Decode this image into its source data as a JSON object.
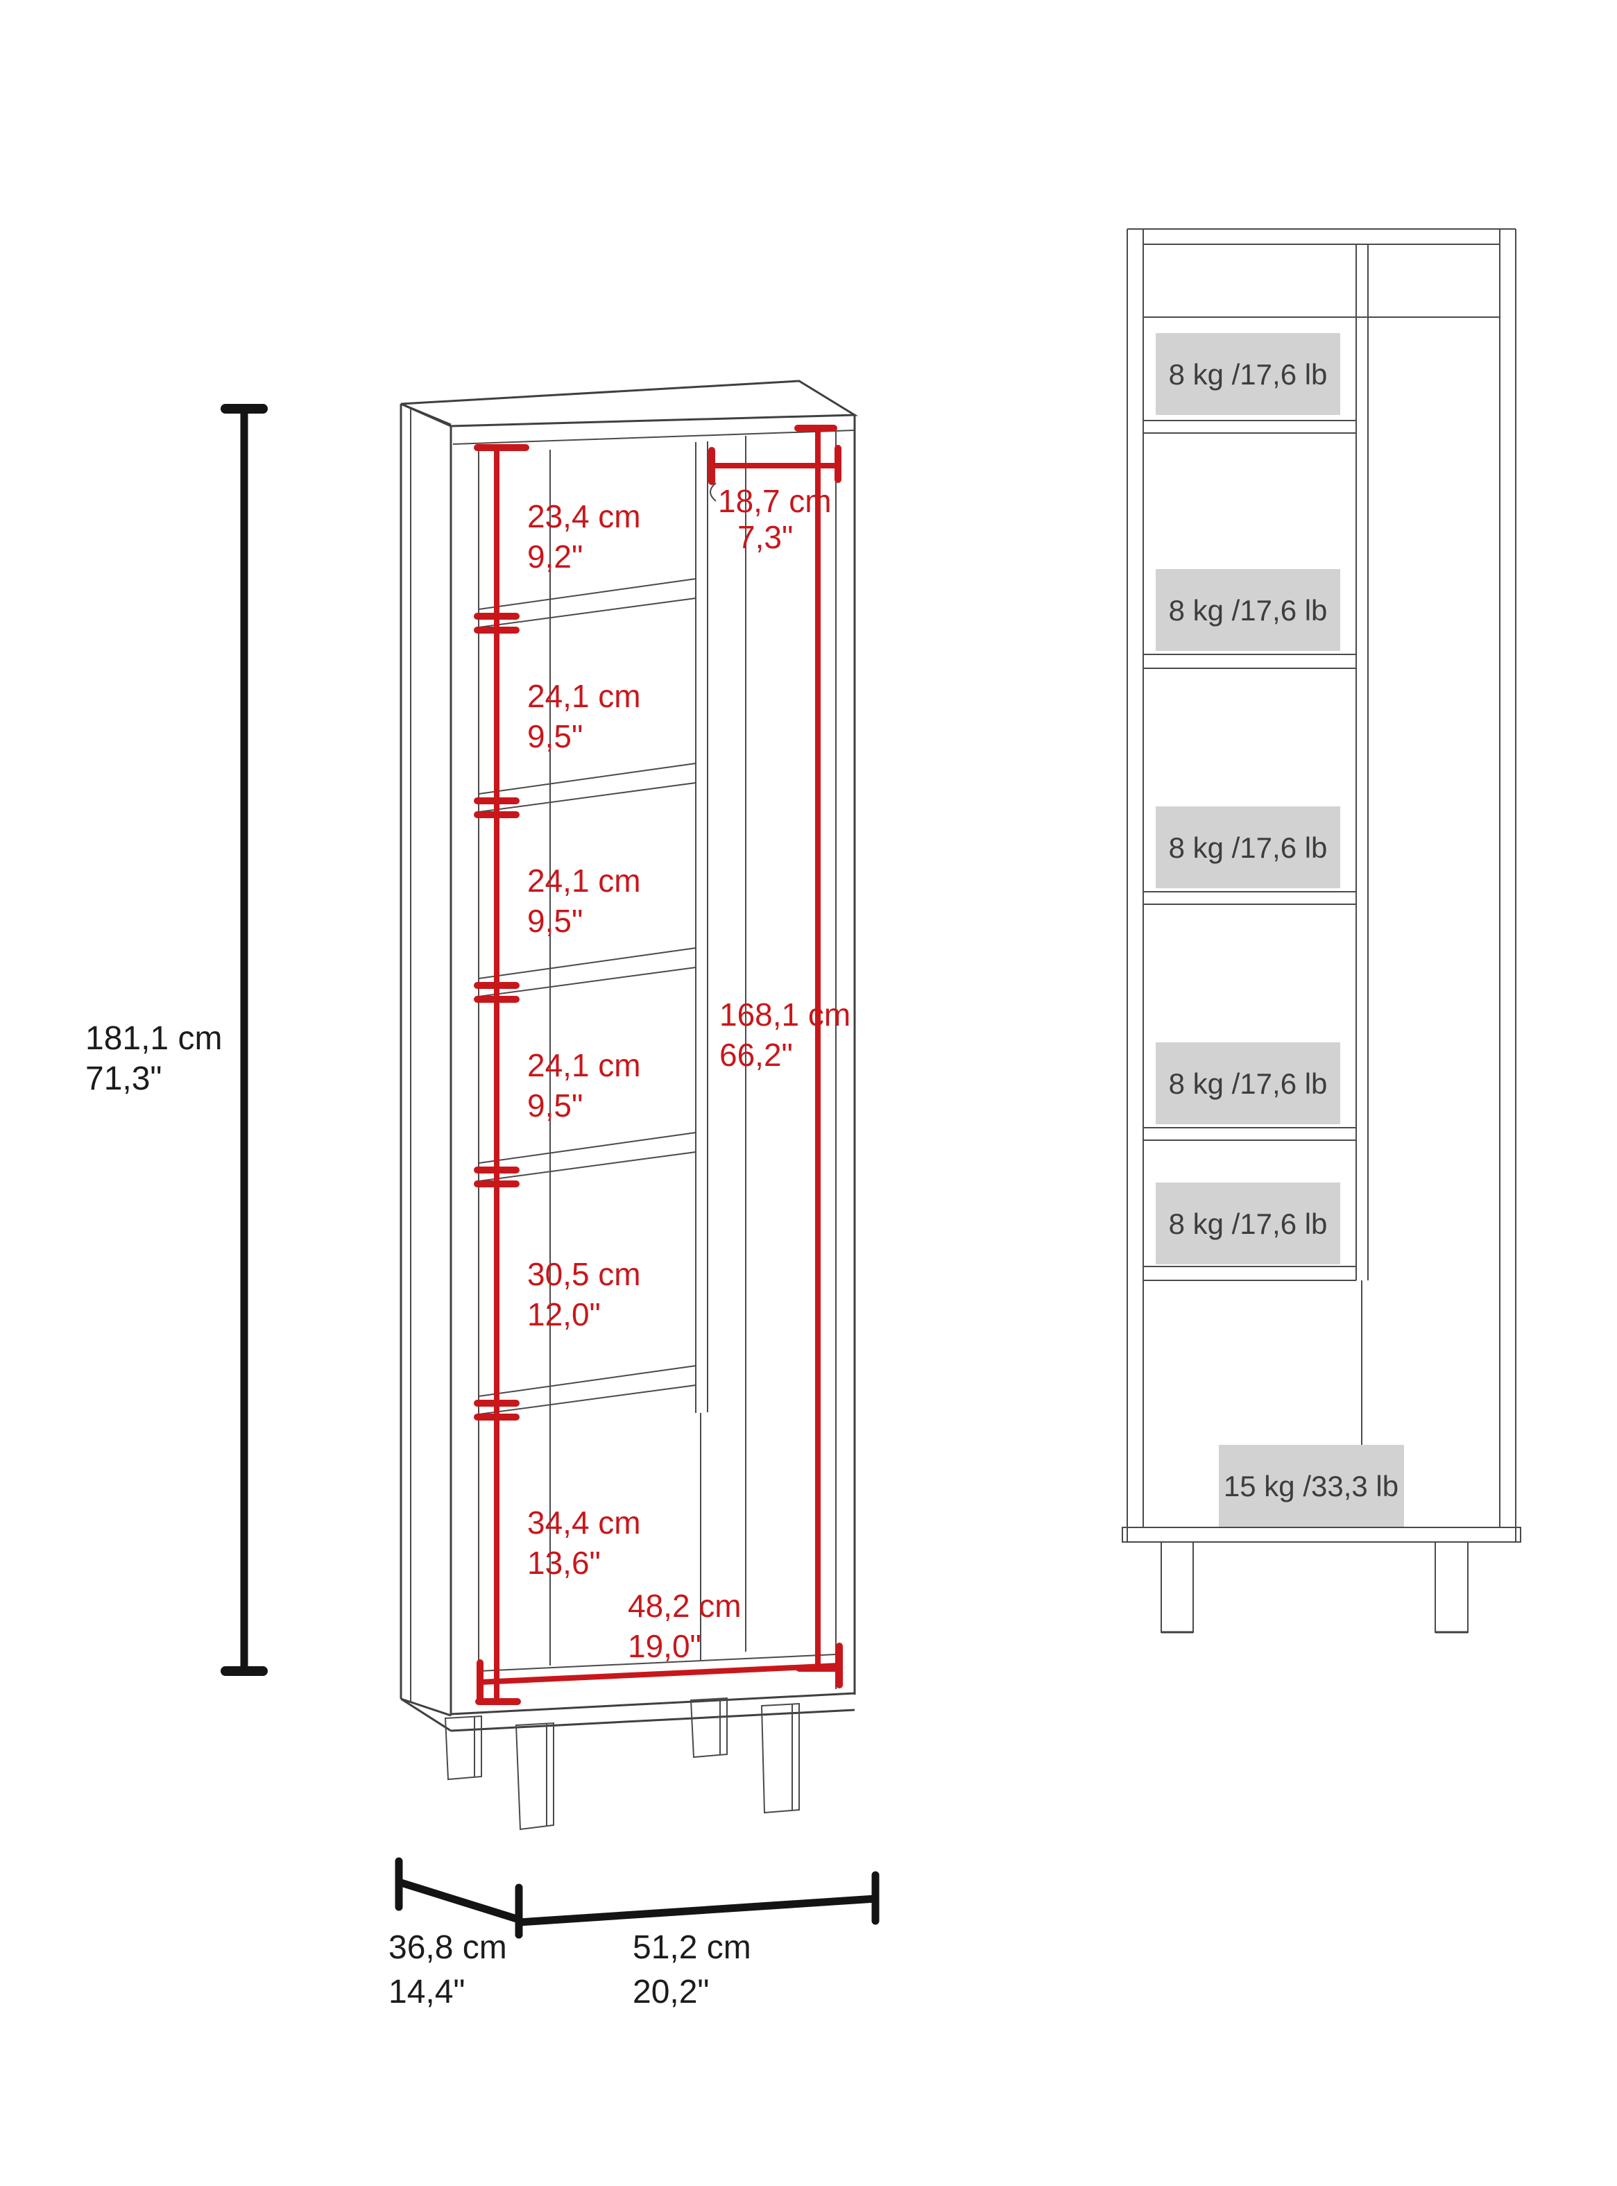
{
  "left_view": {
    "height": {
      "cm": "181,1 cm",
      "in": "71,3\""
    },
    "inner_height": {
      "cm": "168,1 cm",
      "in": "66,2\""
    },
    "top_width": {
      "cm": "18,7 cm",
      "in": "7,3\""
    },
    "inner_width": {
      "cm": "48,2 cm",
      "in": "19,0\""
    },
    "depth": {
      "cm": "36,8 cm",
      "in": "14,4\""
    },
    "width": {
      "cm": "51,2 cm",
      "in": "20,2\""
    },
    "sections": [
      {
        "cm": "23,4 cm",
        "in": "9,2\""
      },
      {
        "cm": "24,1 cm",
        "in": "9,5\""
      },
      {
        "cm": "24,1 cm",
        "in": "9,5\""
      },
      {
        "cm": "24,1 cm",
        "in": "9,5\""
      },
      {
        "cm": "30,5 cm",
        "in": "12,0\""
      },
      {
        "cm": "34,4 cm",
        "in": "13,6\""
      }
    ]
  },
  "right_view": {
    "shelf_capacities": [
      "8 kg /17,6 lb",
      "8 kg /17,6 lb",
      "8 kg /17,6 lb",
      "8 kg /17,6 lb",
      "8 kg /17,6 lb"
    ],
    "bottom_capacity": "15 kg /33,3 lb"
  },
  "colors": {
    "dimension_red": "#c8171b",
    "line_gray": "#404040",
    "label_background": "#d2d2d2"
  }
}
